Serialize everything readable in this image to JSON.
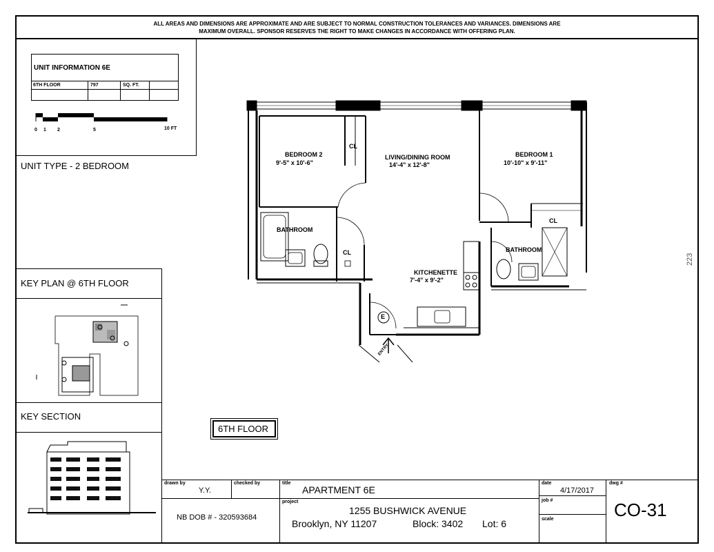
{
  "header": {
    "disclaimer_line1": "ALL AREAS AND DIMENSIONS ARE APPROXIMATE AND ARE SUBJECT TO NORMAL CONSTRUCTION TOLERANCES AND VARIANCES.  DIMENSIONS ARE",
    "disclaimer_line2": "MAXIMUM OVERALL.  SPONSOR RESERVES THE RIGHT TO MAKE CHANGES IN ACCORDANCE WITH OFFERING PLAN."
  },
  "unit_info": {
    "title": "UNIT INFORMATION 6E",
    "floor": "6TH FLOOR",
    "area": "797",
    "area_unit": "SQ. FT.",
    "scale_ticks": [
      "0",
      "1",
      "2",
      "5",
      "10 FT"
    ]
  },
  "unit_type": "UNIT TYPE - 2 BEDROOM",
  "key_plan": {
    "title": "KEY PLAN @ 6TH FLOOR"
  },
  "key_section": {
    "title": "KEY SECTION"
  },
  "floor_tag": "6TH FLOOR",
  "plan": {
    "bedroom2_name": "BEDROOM 2",
    "bedroom2_dim": "9'-5\" x 10'-6\"",
    "living_name": "LIVING/DINING ROOM",
    "living_dim": "14'-4\" x 12'-8\"",
    "bedroom1_name": "BEDROOM 1",
    "bedroom1_dim": "10'-10\" x 9'-11\"",
    "bathroom_left": "BATHROOM",
    "bathroom_right": "BATHROOM",
    "closet_a": "CL",
    "closet_b": "CL",
    "closet_c": "CL",
    "kitchen_name": "KITCHENETTE",
    "kitchen_dim": "7'-4\" x 9'-2\"",
    "elevator_mark": "E",
    "entry": "ENTRY",
    "side_number": "223"
  },
  "title_block": {
    "drawn_by_label": "drawn by",
    "drawn_by": "Y.Y.",
    "checked_by_label": "checked by",
    "title_label": "title",
    "title": "APARTMENT 6E",
    "date_label": "date",
    "date": "4/17/2017",
    "dwg_label": "dwg #",
    "dwg": "CO-31",
    "project_label": "project",
    "dob": "NB DOB # - 320593684",
    "address_line1": "1255 BUSHWICK AVENUE",
    "address_line2": "Brooklyn, NY 11207",
    "block": "Block: 3402",
    "lot": "Lot: 6",
    "job_label": "job #",
    "scale_label": "scale"
  }
}
